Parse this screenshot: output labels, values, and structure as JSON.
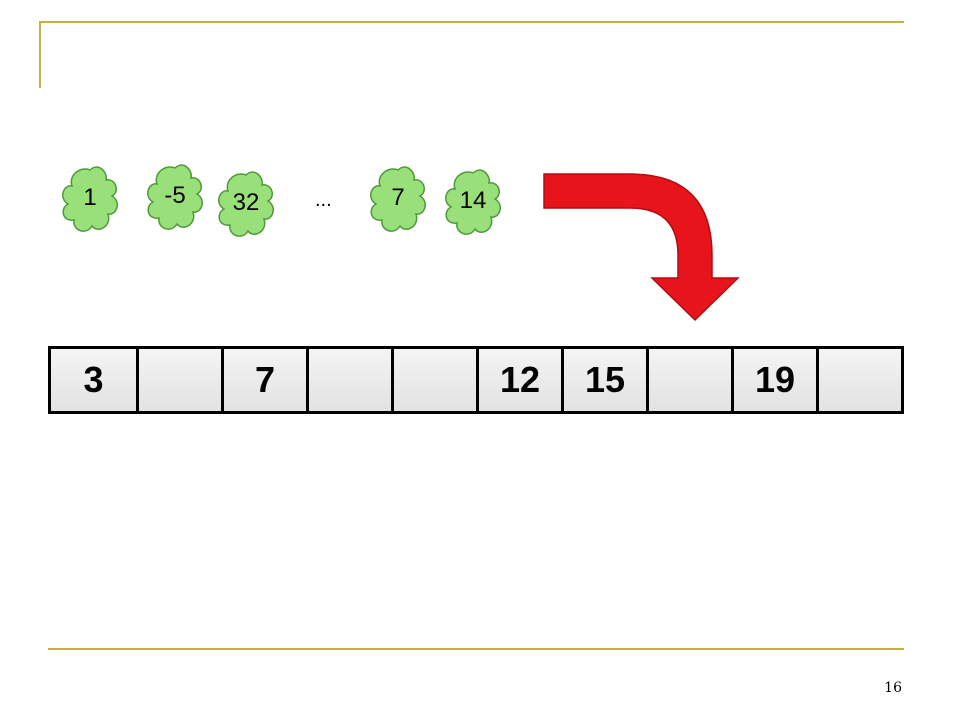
{
  "input_keys": [
    "1",
    "-5",
    "32",
    "7",
    "14"
  ],
  "ellipsis": "...",
  "hash_table": {
    "slots": [
      "3",
      "",
      "7",
      "",
      "",
      "12",
      "15",
      "",
      "19",
      ""
    ]
  },
  "colors": {
    "blob_fill": "#99e07a",
    "blob_stroke": "#4f9a3a",
    "arrow_fill": "#e8141b",
    "arrow_stroke": "#b00d12",
    "frame_line": "#c8b040"
  },
  "page_number": "16"
}
